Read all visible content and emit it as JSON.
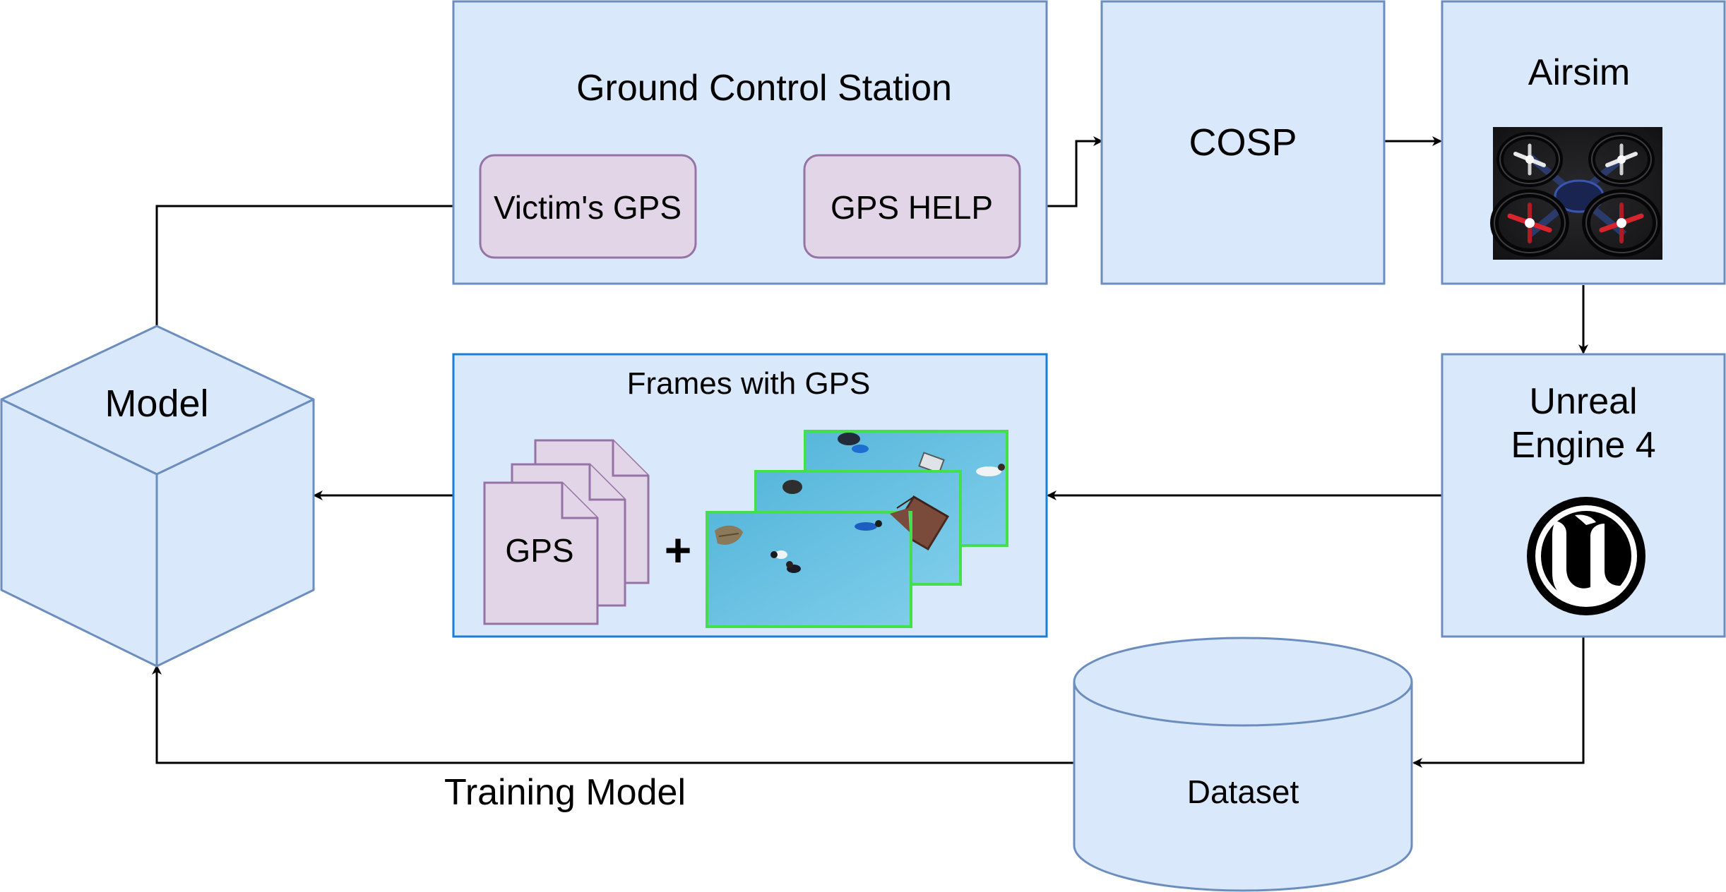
{
  "colors": {
    "box_fill": "#dae8fc",
    "box_stroke": "#6c8ebf",
    "frames_stroke": "#1a7ed6",
    "sub_fill": "#e1d5e7",
    "sub_stroke": "#9673a6",
    "image_border": "#44e04c",
    "arrow": "#000000"
  },
  "nodes": {
    "ground_control_station": {
      "title": "Ground Control Station",
      "victims_gps": "Victim's GPS",
      "gps_help": "GPS HELP"
    },
    "cosp": "COSP",
    "airsim": {
      "title": "Airsim",
      "image_icon": "quadcopter-drone-icon"
    },
    "unreal_engine": {
      "line1": "Unreal",
      "line2": "Engine 4",
      "logo_icon": "unreal-engine-logo-icon"
    },
    "frames_with_gps": {
      "title": "Frames with GPS",
      "doc_label": "GPS",
      "plus": "+",
      "frames_icon": "aerial-frame-icon"
    },
    "model": "Model",
    "dataset": "Dataset"
  },
  "edges": {
    "training_model_label": "Training Model"
  }
}
